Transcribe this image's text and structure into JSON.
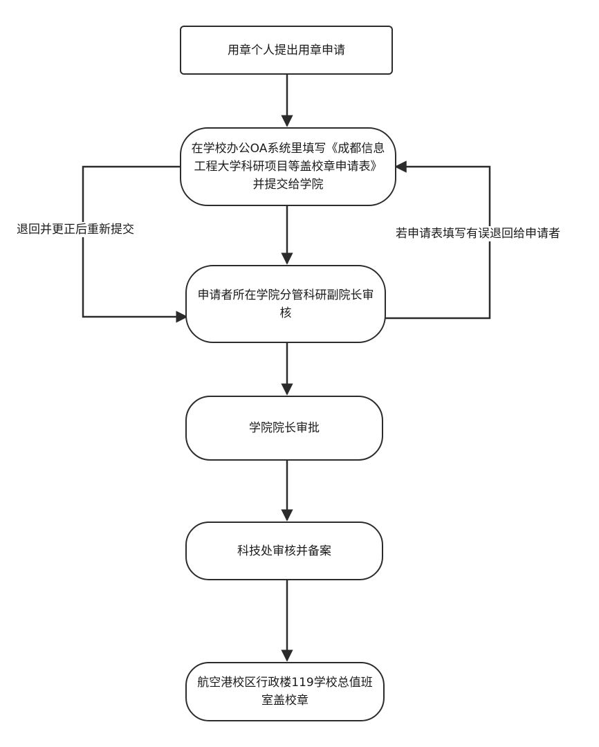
{
  "diagram": {
    "nodes": [
      {
        "id": "n1",
        "text": "用章个人提出用章申请",
        "shape": "rectangle"
      },
      {
        "id": "n2",
        "text": "在学校办公OA系统里填写《成都信息工程大学科研项目等盖校章申请表》并提交给学院",
        "shape": "rounded"
      },
      {
        "id": "n3",
        "text": "申请者所在学院分管科研副院长审核",
        "shape": "rounded"
      },
      {
        "id": "n4",
        "text": "学院院长审批",
        "shape": "rounded"
      },
      {
        "id": "n5",
        "text": "科技处审核并备案",
        "shape": "rounded"
      },
      {
        "id": "n6",
        "text": "航空港校区行政楼119学校总值班室盖校章",
        "shape": "rounded"
      }
    ],
    "edge_labels": {
      "resubmit": "退回并更正后重新提交",
      "return_error": "若申请表填写有误退回给申请者"
    },
    "colors": {
      "stroke": "#2b2b2b",
      "text": "#1a1a1a",
      "background": "#ffffff"
    }
  }
}
